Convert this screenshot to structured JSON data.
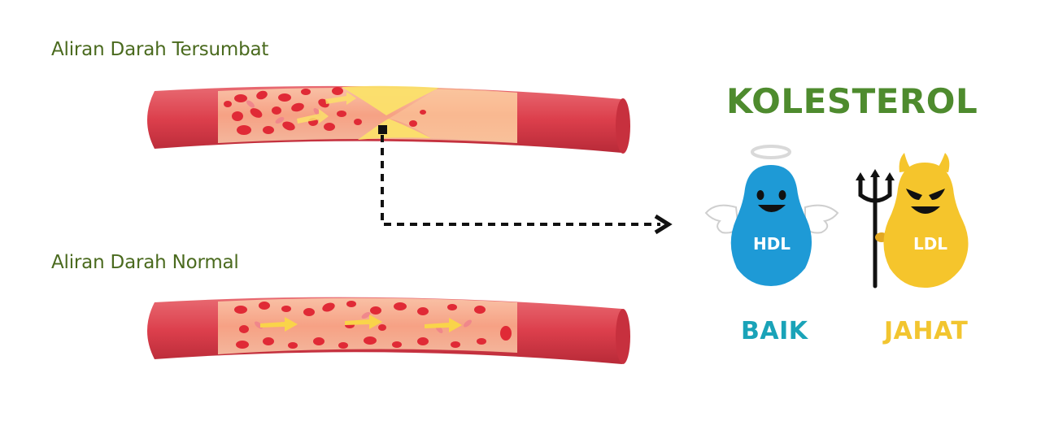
{
  "captions": {
    "blocked": "Aliran Darah Tersumbat",
    "normal": "Aliran Darah Normal"
  },
  "title": "KOLESTEROL",
  "hdl": {
    "label": "HDL",
    "verdict": "BAIK",
    "color": "#1e9ad6",
    "verdict_color": "#1aa3b8"
  },
  "ldl": {
    "label": "LDL",
    "verdict": "JAHAT",
    "color": "#f5c52c",
    "verdict_color": "#f2c530"
  },
  "colors": {
    "vessel_wall": "#e0404f",
    "vessel_inner": "#f7a98a",
    "plaque": "#fbe06a",
    "blood_cell": "#e02a36",
    "title": "#4e8b2e",
    "caption": "#4a6a1e"
  }
}
